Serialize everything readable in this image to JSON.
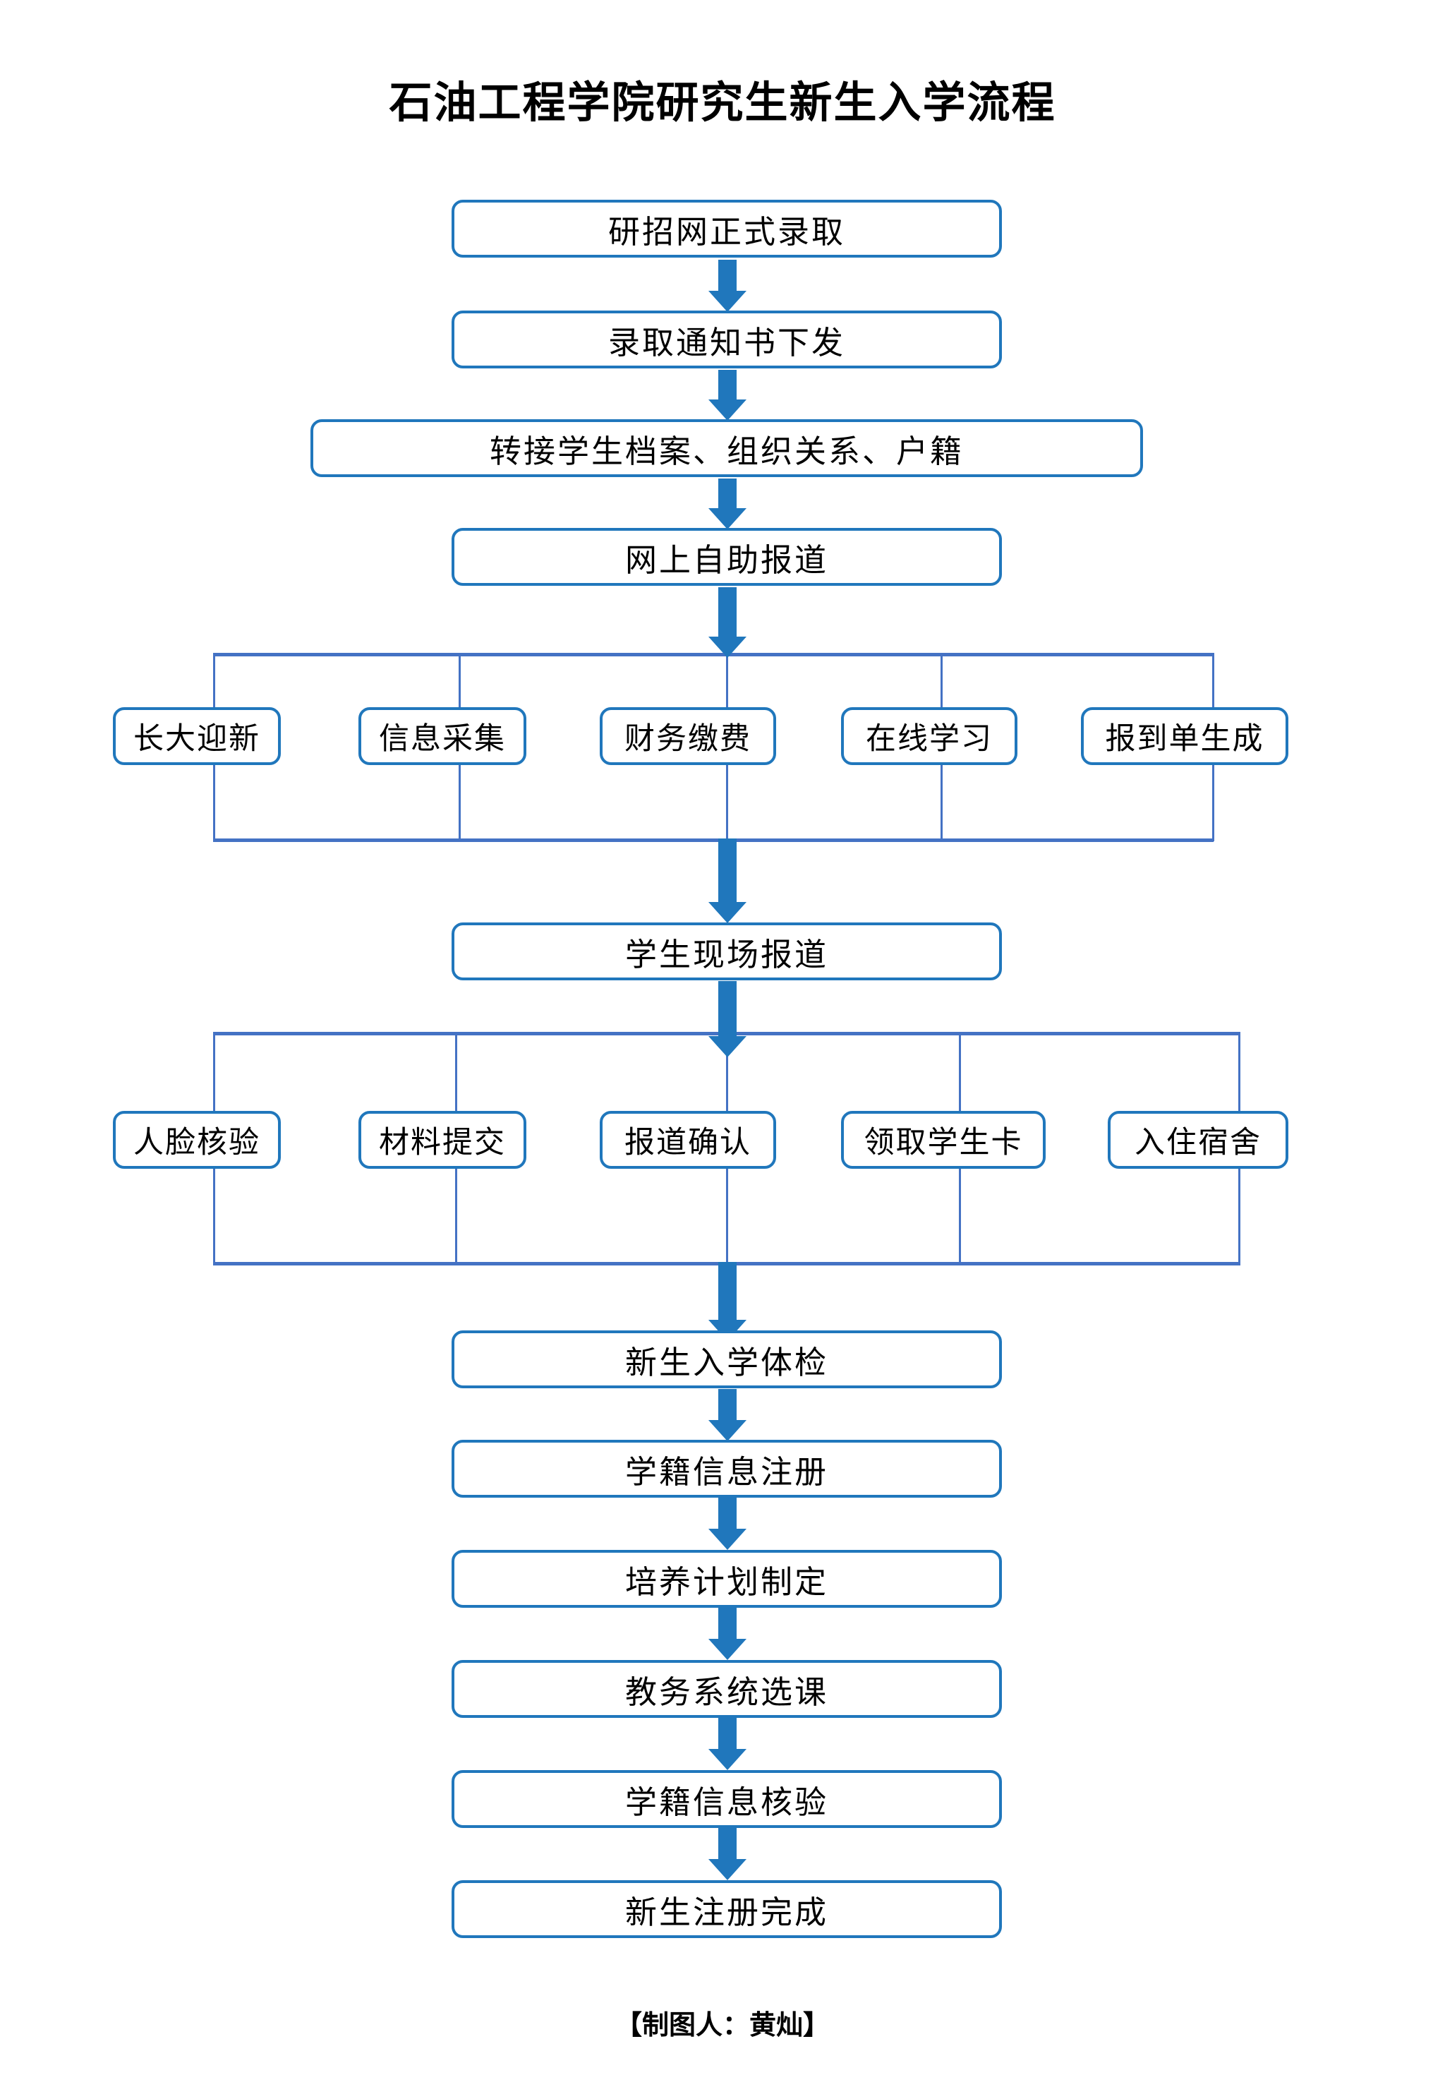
{
  "title": "石油工程学院研究生新生入学流程",
  "footer": "【制图人：黄灿】",
  "colors": {
    "box_border": "#2077BC",
    "arrow": "#2077BC",
    "connector": "#4472C4",
    "box_fill": "#FFFFFF",
    "text": "#000000"
  },
  "flow": {
    "steps_top": [
      {
        "id": "step-1",
        "label": "研招网正式录取"
      },
      {
        "id": "step-2",
        "label": "录取通知书下发"
      },
      {
        "id": "step-3",
        "label": "转接学生档案、组织关系、户籍"
      },
      {
        "id": "step-4",
        "label": "网上自助报道"
      }
    ],
    "branch_group_1": {
      "id": "online-tasks",
      "items": [
        {
          "id": "branch-1-1",
          "label": "长大迎新"
        },
        {
          "id": "branch-1-2",
          "label": "信息采集"
        },
        {
          "id": "branch-1-3",
          "label": "财务缴费"
        },
        {
          "id": "branch-1-4",
          "label": "在线学习"
        },
        {
          "id": "branch-1-5",
          "label": "报到单生成"
        }
      ]
    },
    "step_middle": {
      "id": "step-5",
      "label": "学生现场报道"
    },
    "branch_group_2": {
      "id": "onsite-tasks",
      "items": [
        {
          "id": "branch-2-1",
          "label": "人脸核验"
        },
        {
          "id": "branch-2-2",
          "label": "材料提交"
        },
        {
          "id": "branch-2-3",
          "label": "报道确认"
        },
        {
          "id": "branch-2-4",
          "label": "领取学生卡"
        },
        {
          "id": "branch-2-5",
          "label": "入住宿舍"
        }
      ]
    },
    "steps_bottom": [
      {
        "id": "step-6",
        "label": "新生入学体检"
      },
      {
        "id": "step-7",
        "label": "学籍信息注册"
      },
      {
        "id": "step-8",
        "label": "培养计划制定"
      },
      {
        "id": "step-9",
        "label": "教务系统选课"
      },
      {
        "id": "step-10",
        "label": "学籍信息核验"
      },
      {
        "id": "step-11",
        "label": "新生注册完成"
      }
    ]
  },
  "chart_data": {
    "type": "diagram",
    "diagram_type": "flowchart",
    "title": "石油工程学院研究生新生入学流程",
    "orientation": "top-to-bottom",
    "nodes": [
      "研招网正式录取",
      "录取通知书下发",
      "转接学生档案、组织关系、户籍",
      "网上自助报道",
      "长大迎新",
      "信息采集",
      "财务缴费",
      "在线学习",
      "报到单生成",
      "学生现场报道",
      "人脸核验",
      "材料提交",
      "报道确认",
      "领取学生卡",
      "入住宿舍",
      "新生入学体检",
      "学籍信息注册",
      "培养计划制定",
      "教务系统选课",
      "学籍信息核验",
      "新生注册完成"
    ],
    "edges": [
      [
        "研招网正式录取",
        "录取通知书下发"
      ],
      [
        "录取通知书下发",
        "转接学生档案、组织关系、户籍"
      ],
      [
        "转接学生档案、组织关系、户籍",
        "网上自助报道"
      ],
      [
        "网上自助报道",
        "长大迎新"
      ],
      [
        "网上自助报道",
        "信息采集"
      ],
      [
        "网上自助报道",
        "财务缴费"
      ],
      [
        "网上自助报道",
        "在线学习"
      ],
      [
        "网上自助报道",
        "报到单生成"
      ],
      [
        "长大迎新",
        "学生现场报道"
      ],
      [
        "信息采集",
        "学生现场报道"
      ],
      [
        "财务缴费",
        "学生现场报道"
      ],
      [
        "在线学习",
        "学生现场报道"
      ],
      [
        "报到单生成",
        "学生现场报道"
      ],
      [
        "学生现场报道",
        "人脸核验"
      ],
      [
        "学生现场报道",
        "材料提交"
      ],
      [
        "学生现场报道",
        "报道确认"
      ],
      [
        "学生现场报道",
        "领取学生卡"
      ],
      [
        "学生现场报道",
        "入住宿舍"
      ],
      [
        "人脸核验",
        "新生入学体检"
      ],
      [
        "材料提交",
        "新生入学体检"
      ],
      [
        "报道确认",
        "新生入学体检"
      ],
      [
        "领取学生卡",
        "新生入学体检"
      ],
      [
        "入住宿舍",
        "新生入学体检"
      ],
      [
        "新生入学体检",
        "学籍信息注册"
      ],
      [
        "学籍信息注册",
        "培养计划制定"
      ],
      [
        "培养计划制定",
        "教务系统选课"
      ],
      [
        "教务系统选课",
        "学籍信息核验"
      ],
      [
        "学籍信息核验",
        "新生注册完成"
      ]
    ]
  }
}
